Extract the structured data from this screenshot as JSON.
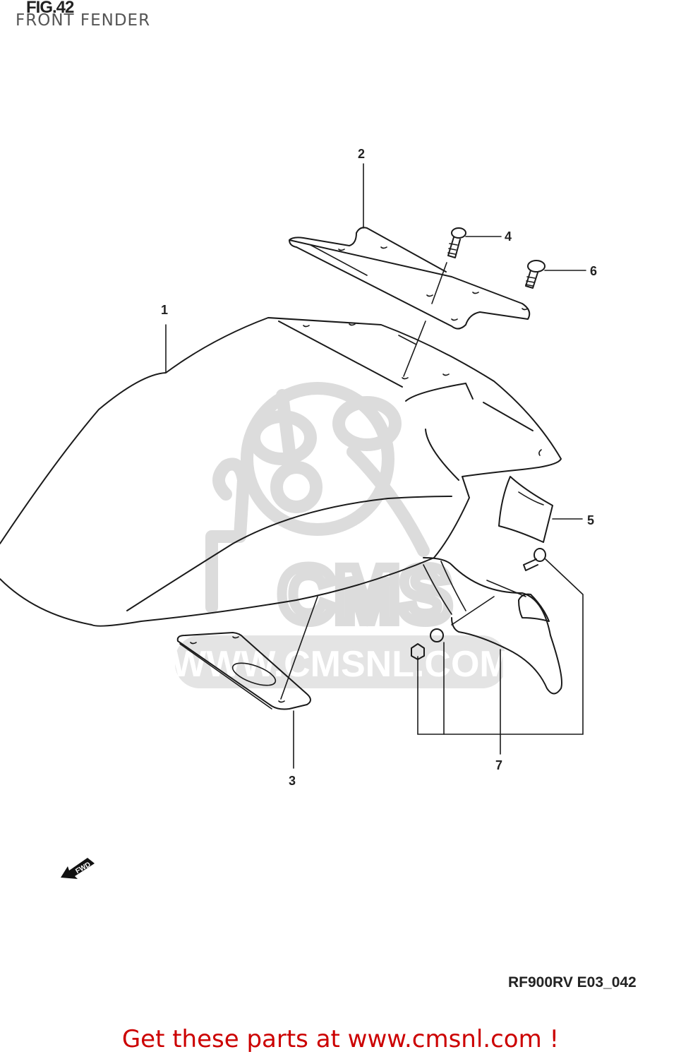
{
  "header": {
    "figure_number": "FIG.42",
    "figure_title": "FRONT FENDER"
  },
  "watermark": {
    "brand": "CMS",
    "url": "WWW.CMSNL.COM",
    "color": "#dcdcdc"
  },
  "callouts": [
    {
      "number": "1",
      "part": "front-fender"
    },
    {
      "number": "2",
      "part": "upper-bracket"
    },
    {
      "number": "3",
      "part": "lower-brace-plate"
    },
    {
      "number": "4",
      "part": "countersunk-screw"
    },
    {
      "number": "5",
      "part": "fender-pad"
    },
    {
      "number": "6",
      "part": "pan-head-bolt"
    },
    {
      "number": "7",
      "part": "rear-fender-set"
    }
  ],
  "direction_indicator": {
    "label": "FWD",
    "icon": "arrow-icon"
  },
  "reference_code": "RF900RV E03_042",
  "footer": {
    "text": "Get these parts at www.cmsnl.com !",
    "color": "#cc0000"
  }
}
